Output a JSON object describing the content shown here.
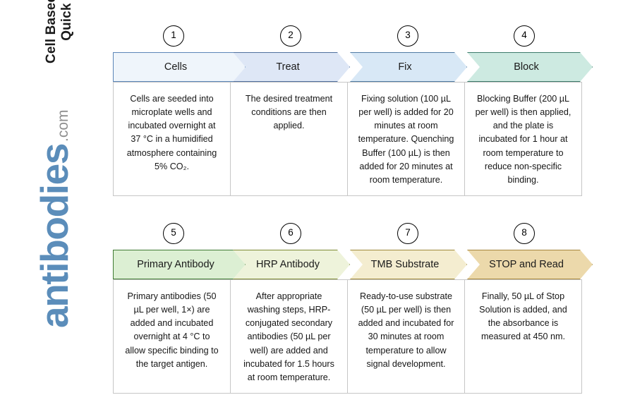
{
  "brand": {
    "title_line1": "Cell Based ELISA Kits",
    "title_line2": "Quick Protocol",
    "logo_word": "antibodies",
    "logo_tld": ".com",
    "logo_color": "#5b8dba",
    "logo_tld_color": "#8f8f8f"
  },
  "rows": [
    {
      "id": "row-1",
      "steps": [
        {
          "number": "1",
          "label": "Cells",
          "description": "Cells are seeded into microplate wells and incubated overnight at 37 °C in a humidified atmosphere containing 5% CO₂.",
          "fill": "#eff5fb",
          "stroke": "#5b86b8"
        },
        {
          "number": "2",
          "label": "Treat",
          "description": "The desired treatment conditions are then applied.",
          "fill": "#dee7f6",
          "stroke": "#4f6f9e"
        },
        {
          "number": "3",
          "label": "Fix",
          "description": "Fixing solution (100 µL per well) is added for 20 minutes at room temperature. Quenching Buffer (100 µL) is then added for 20 minutes at room temperature.",
          "fill": "#d8e8f6",
          "stroke": "#4f7ba3"
        },
        {
          "number": "4",
          "label": "Block",
          "description": "Blocking Buffer (200 µL per well) is then applied, and the plate is incubated for 1 hour at room temperature to reduce non-specific binding.",
          "fill": "#cdeae1",
          "stroke": "#3c7a6a"
        }
      ]
    },
    {
      "id": "row-2",
      "steps": [
        {
          "number": "5",
          "label": "Primary Antibody",
          "description": "Primary antibodies (50 µL per well, 1×) are added and incubated overnight at 4 °C to allow specific binding to the target antigen.",
          "fill": "#dcefd3",
          "stroke": "#3f7a32"
        },
        {
          "number": "6",
          "label": "HRP Antibody",
          "description": "After appropriate washing steps, HRP-conjugated secondary antibodies (50 µL per well) are added and incubated for 1.5 hours at room temperature.",
          "fill": "#eef3db",
          "stroke": "#7d8a33"
        },
        {
          "number": "7",
          "label": "TMB Substrate",
          "description": "Ready-to-use substrate (50 µL per well) is then added and incubated for 30 minutes at room temperature to allow signal development.",
          "fill": "#f4edd0",
          "stroke": "#a08a3a"
        },
        {
          "number": "8",
          "label": "STOP and Read",
          "description": "Finally, 50 µL of Stop Solution is added, and the absorbance is measured at 450 nm.",
          "fill": "#ecd9ab",
          "stroke": "#a5853c"
        }
      ]
    }
  ],
  "layout": {
    "chev_widths": [
      188,
      166,
      166,
      178
    ],
    "chev_lefts": [
      0,
      170,
      336,
      502
    ],
    "badge_centers": [
      85,
      251,
      417,
      582
    ],
    "cell_lefts": [
      0,
      166,
      332,
      498
    ],
    "cell_widths": [
      167,
      167,
      167,
      167
    ]
  }
}
